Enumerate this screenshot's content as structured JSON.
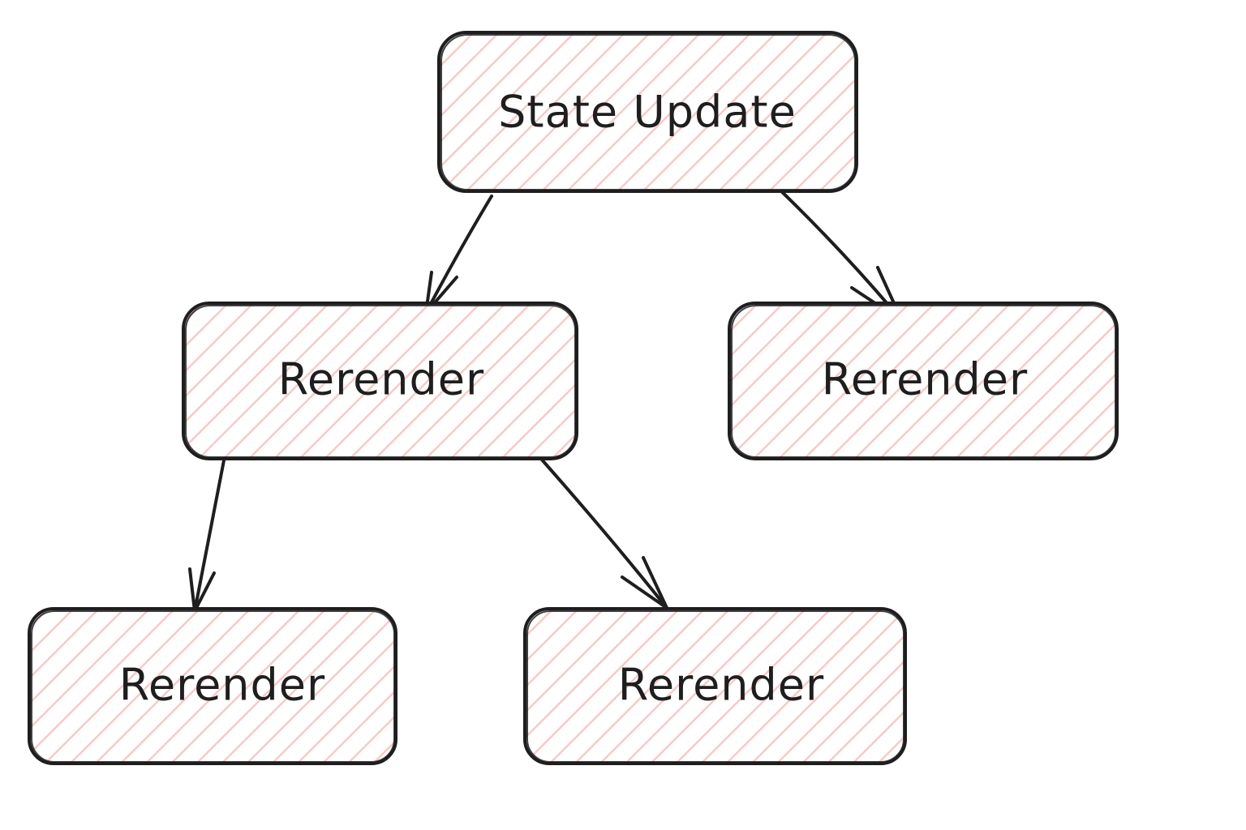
{
  "diagram": {
    "type": "tree",
    "hatch_color": "#f7caca",
    "stroke_color": "#1e1e1e",
    "nodes": [
      {
        "id": "state-update",
        "label": "State Update"
      },
      {
        "id": "rerender-left",
        "label": "Rerender"
      },
      {
        "id": "rerender-right",
        "label": "Rerender"
      },
      {
        "id": "rerender-bottom-left",
        "label": "Rerender"
      },
      {
        "id": "rerender-bottom-right",
        "label": "Rerender"
      }
    ],
    "edges": [
      {
        "from": "state-update",
        "to": "rerender-left"
      },
      {
        "from": "state-update",
        "to": "rerender-right"
      },
      {
        "from": "rerender-left",
        "to": "rerender-bottom-left"
      },
      {
        "from": "rerender-left",
        "to": "rerender-bottom-right"
      }
    ]
  }
}
